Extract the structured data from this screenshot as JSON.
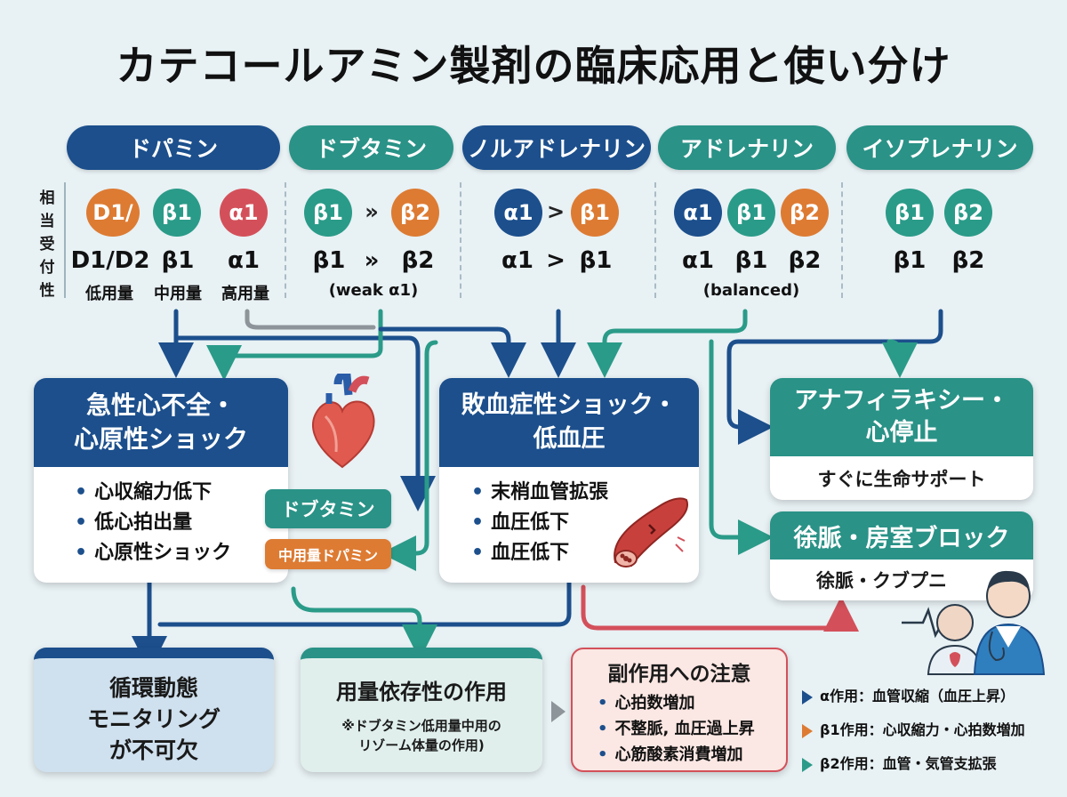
{
  "title": "カテコールアミン製剤の臨床応用と使い分け",
  "receptor_label": "相当受付性",
  "drugs": [
    {
      "name": "ドパミン",
      "color": "#1c4f8c"
    },
    {
      "name": "ドブタミン",
      "color": "#2a9287"
    },
    {
      "name": "ノルアドレナリン",
      "color": "#1c4f8c"
    },
    {
      "name": "アドレナリン",
      "color": "#2a9287"
    },
    {
      "name": "イソプレナリン",
      "color": "#2a9287"
    }
  ],
  "dopamine": {
    "circles": [
      "D1/",
      "β1",
      "α1"
    ],
    "receptors": [
      "D1/D2",
      "β1",
      "α1"
    ],
    "doses": [
      "低用量",
      "中用量",
      "高用量"
    ]
  },
  "dobutamine": {
    "circles": [
      "β1",
      "»",
      "β2"
    ],
    "receptors": [
      "β1",
      "»",
      "β2"
    ],
    "note": "(weak α1)"
  },
  "noradrenaline": {
    "circles": [
      "α1",
      ">",
      "β1"
    ],
    "receptors": [
      "α1",
      ">",
      "β1"
    ]
  },
  "adrenaline": {
    "circles": [
      "α1",
      "β1",
      "β2"
    ],
    "receptors": [
      "α1",
      "β1",
      "β2"
    ],
    "note": "(balanced)"
  },
  "isoprenaline": {
    "circles": [
      "β1",
      "β2"
    ],
    "receptors": [
      "β1",
      "β2"
    ]
  },
  "cards": {
    "ahf": {
      "title_line1": "急性心不全・",
      "title_line2": "心原性ショック",
      "bullets": [
        "心収縮力低下",
        "低心拍出量",
        "心原性ショック"
      ]
    },
    "septic": {
      "title_line1": "敗血症性ショック・",
      "title_line2": "低血圧",
      "bullets": [
        "末梢血管拡張",
        "血圧低下",
        "血圧低下"
      ]
    },
    "anaphylaxis": {
      "title_line1": "アナフィラキシー・",
      "title_line2": "心停止",
      "body": "すぐに生命サポート"
    },
    "brady": {
      "title": "徐脈・房室ブロック",
      "body": "徐脈・クブプニ"
    },
    "monitor": {
      "lines": [
        "循環動態",
        "モニタリング",
        "が不可欠"
      ]
    },
    "dose": {
      "title": "用量依存性の作用",
      "note_line1": "※ドブタミン低用量中用の",
      "note_line2": "リゾーム体量の作用)"
    },
    "side": {
      "title": "副作用への注意",
      "bullets": [
        "心拍数増加",
        "不整脈, 血圧過上昇",
        "心筋酸素消費増加"
      ]
    }
  },
  "tags": {
    "dobutamine": "ドブタミン",
    "mid_dopamine": "中用量ドパミン"
  },
  "legend": [
    {
      "text": "α作用：血管収縮（血圧上昇）",
      "color": "#1c4f8c"
    },
    {
      "text": "β1作用：心収縮力・心拍数増加",
      "color": "#dd7b33"
    },
    {
      "text": "β2作用：血管・気管支拡張",
      "color": "#2a9b88"
    }
  ],
  "colors": {
    "navy": "#1c4f8c",
    "teal": "#2a9287",
    "orange": "#dd7b33",
    "red": "#d3505a",
    "background": "#e8f1f4"
  }
}
